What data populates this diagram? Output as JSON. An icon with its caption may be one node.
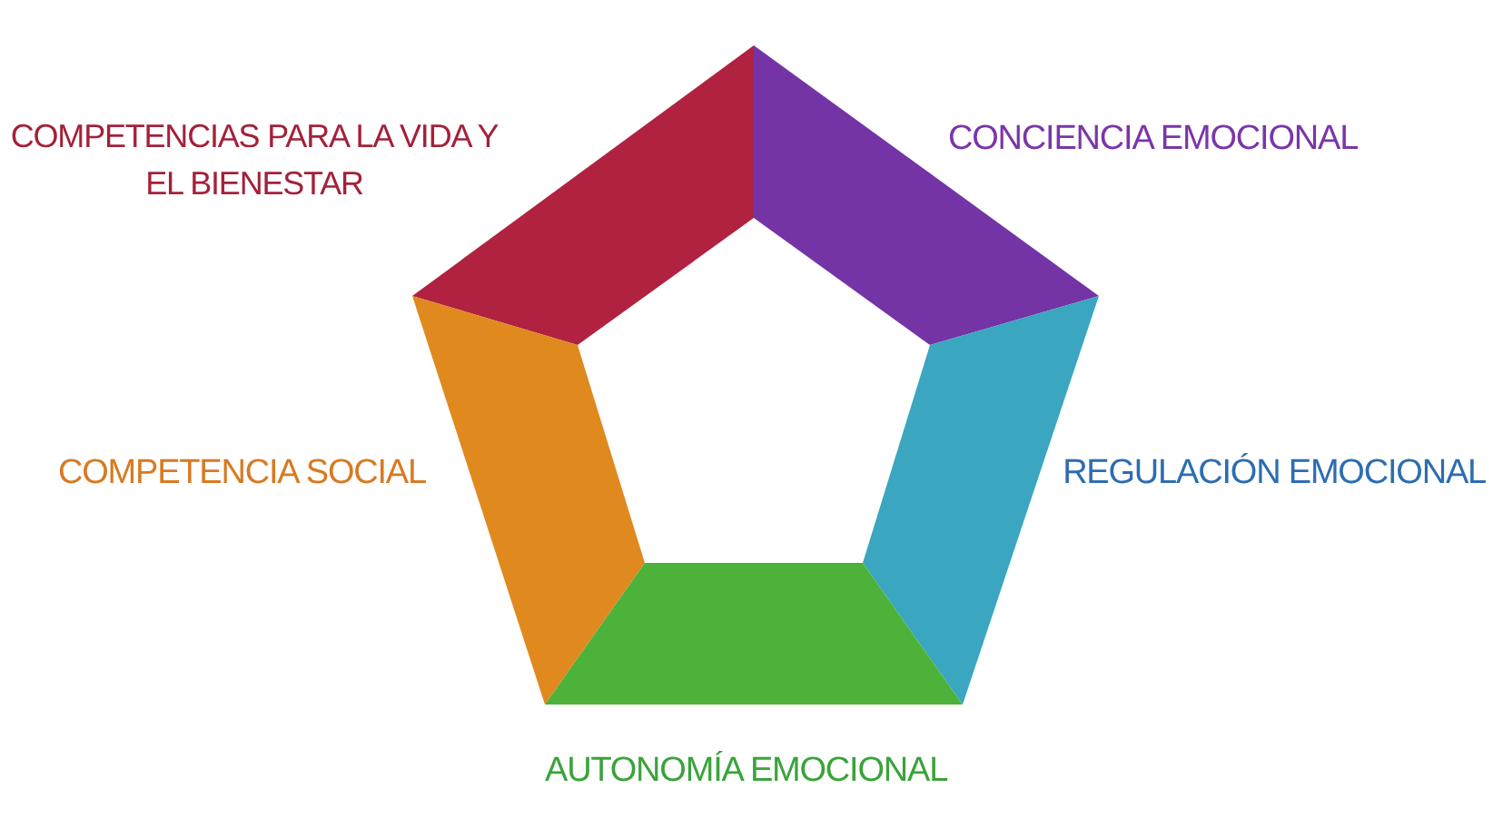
{
  "diagram": {
    "nodes": [
      {
        "text": [],
        "shape": "trapezoid",
        "beside": [
          "COMPETENCIAS PARA LA VIDA Y EL BIENESTAR"
        ]
      },
      {
        "text": [],
        "shape": "trapezoid",
        "beside": [
          "CONCIENCIA EMOCIONAL"
        ]
      },
      {
        "text": [],
        "shape": "trapezoid",
        "beside": [
          "COMPETENCIA SOCIAL"
        ]
      },
      {
        "text": [],
        "shape": "trapezoid",
        "beside": [
          "REGULACIÓN EMOCIONAL"
        ]
      },
      {
        "text": [],
        "shape": "trapezoid",
        "beside": [
          "AUTONOMÍA EMOCIONAL"
        ]
      }
    ]
  }
}
